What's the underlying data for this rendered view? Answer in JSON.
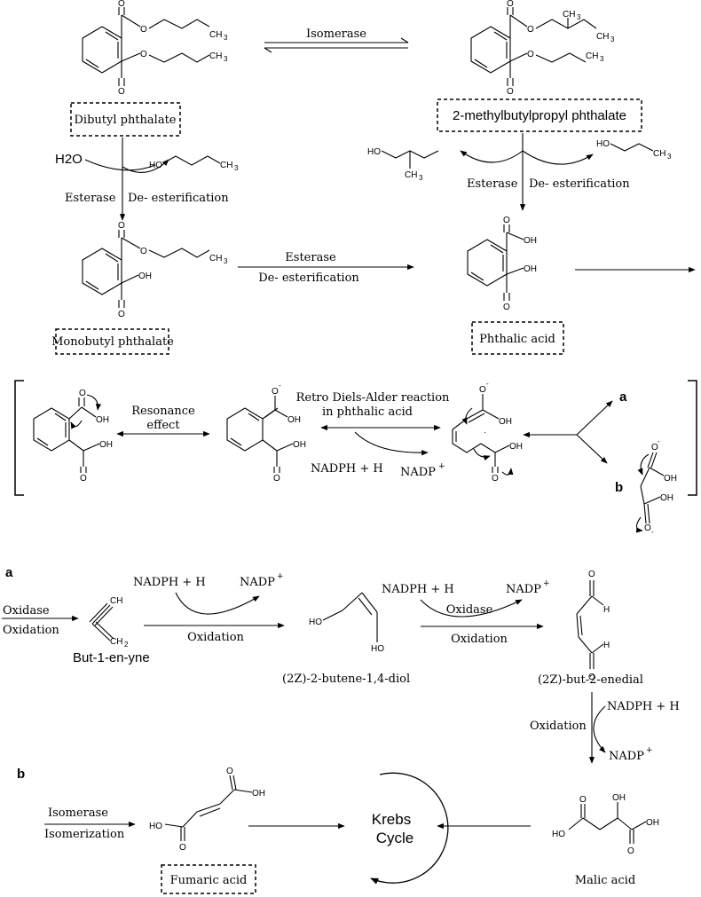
{
  "compounds": {
    "dibutyl_phthalate": "Dibutyl phthalate",
    "methylbutylpropyl_phthalate": "2-methylbutylpropyl phthalate",
    "monobutyl_phthalate": "Monobutyl phthalate",
    "phthalic_acid": "Phthalic acid",
    "but_1_en_yne": "But-1-en-yne",
    "butene_diol": "(2Z)-2-butene-1,4-diol",
    "but_2_enedial": "(2Z)-but-2-enedial",
    "fumaric_acid": "Fumaric acid",
    "malic_acid": "Malic acid"
  },
  "enzymes": {
    "isomerase": "Isomerase",
    "esterase": "Esterase",
    "oxidase": "Oxidase"
  },
  "processes": {
    "de_esterification": "De- esterification",
    "oxidation": "Oxidation",
    "isomerization": "Isomerization",
    "resonance_line1": "Resonance",
    "resonance_line2": "effect",
    "retro_line1": "Retro Diels-Alder reaction",
    "retro_line2": "in phthalic acid"
  },
  "cofactors": {
    "nadph": "NADPH + H",
    "nadp": "NADP",
    "nadp_sup": "+",
    "water": "H2O"
  },
  "branches": {
    "a": "a",
    "b": "b"
  },
  "cycle": {
    "line1": "Krebs",
    "line2": "Cycle"
  }
}
